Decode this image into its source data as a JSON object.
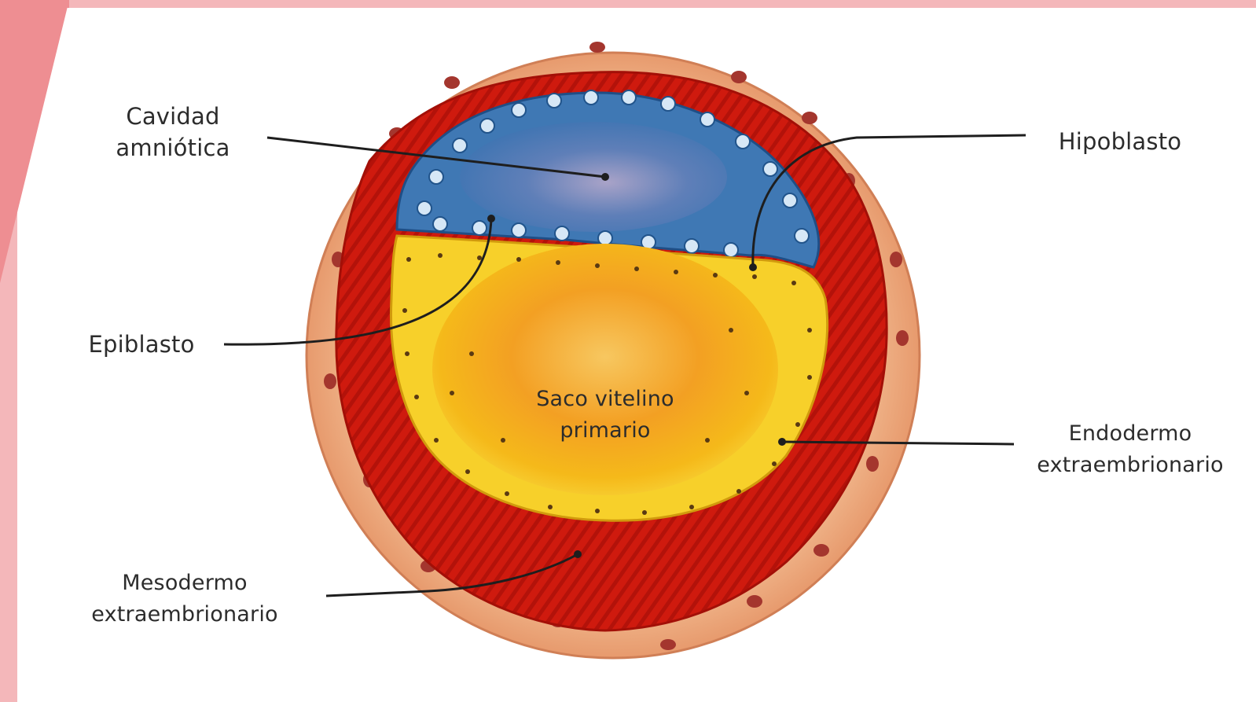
{
  "labels": {
    "cavidad_amniotica": [
      "Cavidad",
      "amniótica"
    ],
    "hipoblasto": "Hipoblasto",
    "epiblasto": "Epiblasto",
    "saco_vitelino": [
      "Saco vitelino",
      "primario"
    ],
    "endodermo": [
      "Endodermo",
      "extraembrionario"
    ],
    "mesodermo": [
      "Mesodermo",
      "extraembrionario"
    ]
  },
  "colors": {
    "frame_pink": "#f4b7ba",
    "frame_accent": "#ee8e92",
    "trophoblast_outer": "#f1b389",
    "mesoderm_red": "#c8170d",
    "amniotic_blue": "#3f78b4",
    "yolk_yellow": "#f6c21a",
    "yolk_center": "#f29a1c",
    "leader_line": "#1e1e1e"
  }
}
